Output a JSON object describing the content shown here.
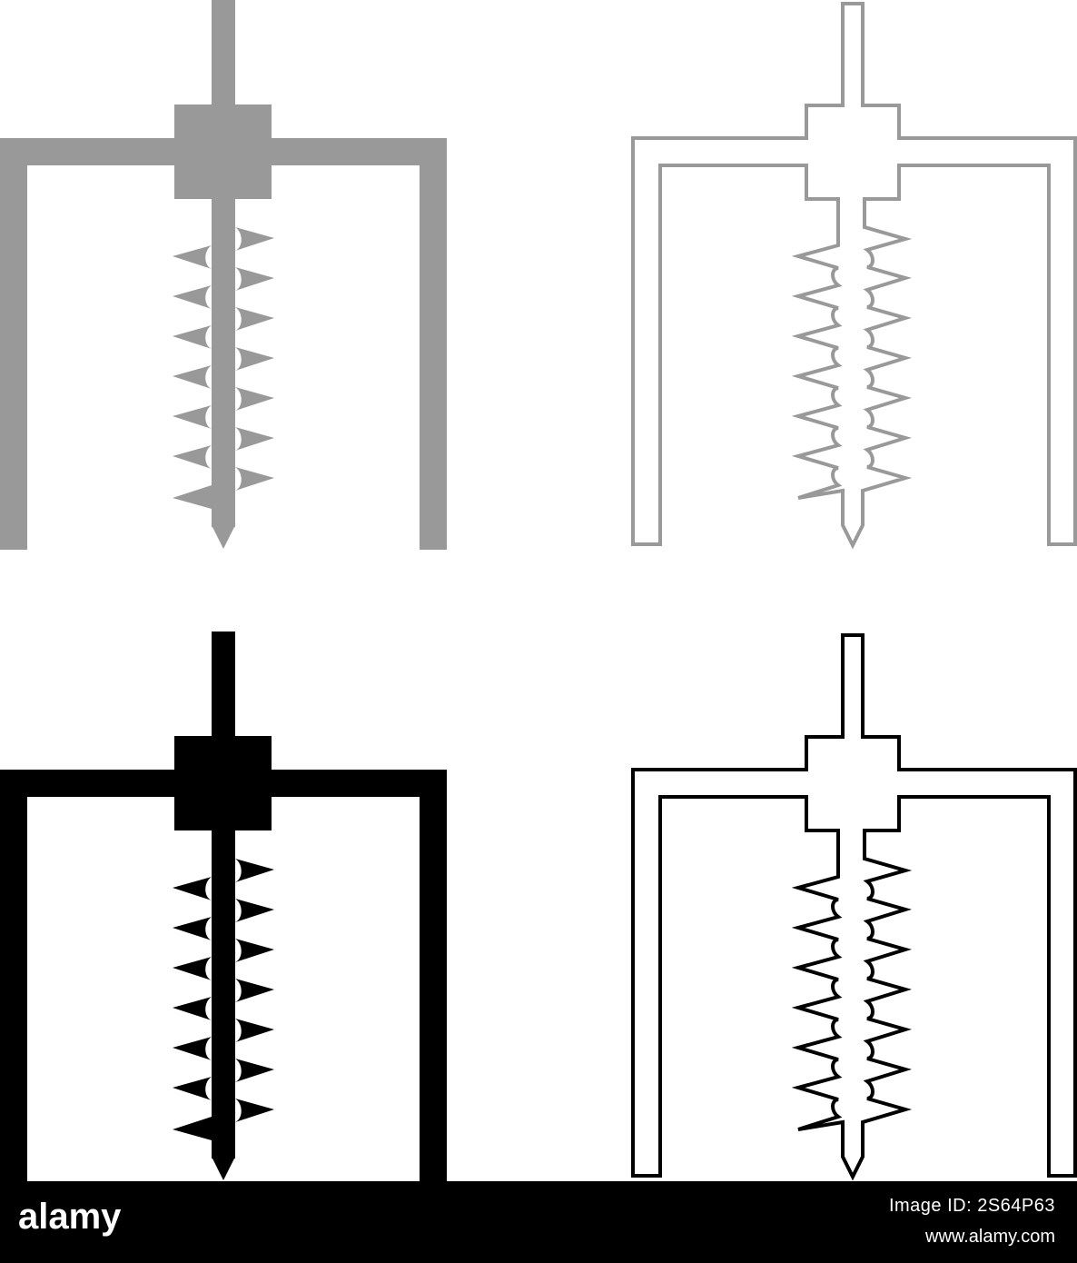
{
  "icons": [
    {
      "name": "auger-drill-filled-gray",
      "style": "filled",
      "color": "#999999"
    },
    {
      "name": "auger-drill-outline-gray",
      "style": "outline",
      "color": "#999999"
    },
    {
      "name": "auger-drill-filled-black",
      "style": "filled",
      "color": "#000000"
    },
    {
      "name": "auger-drill-outline-black",
      "style": "outline",
      "color": "#000000"
    }
  ],
  "watermark": {
    "logo_text": "alamy",
    "image_id": "Image ID: 2S64P63",
    "site": "www.alamy.com",
    "background_color": "#000000",
    "text_color": "#ffffff"
  }
}
